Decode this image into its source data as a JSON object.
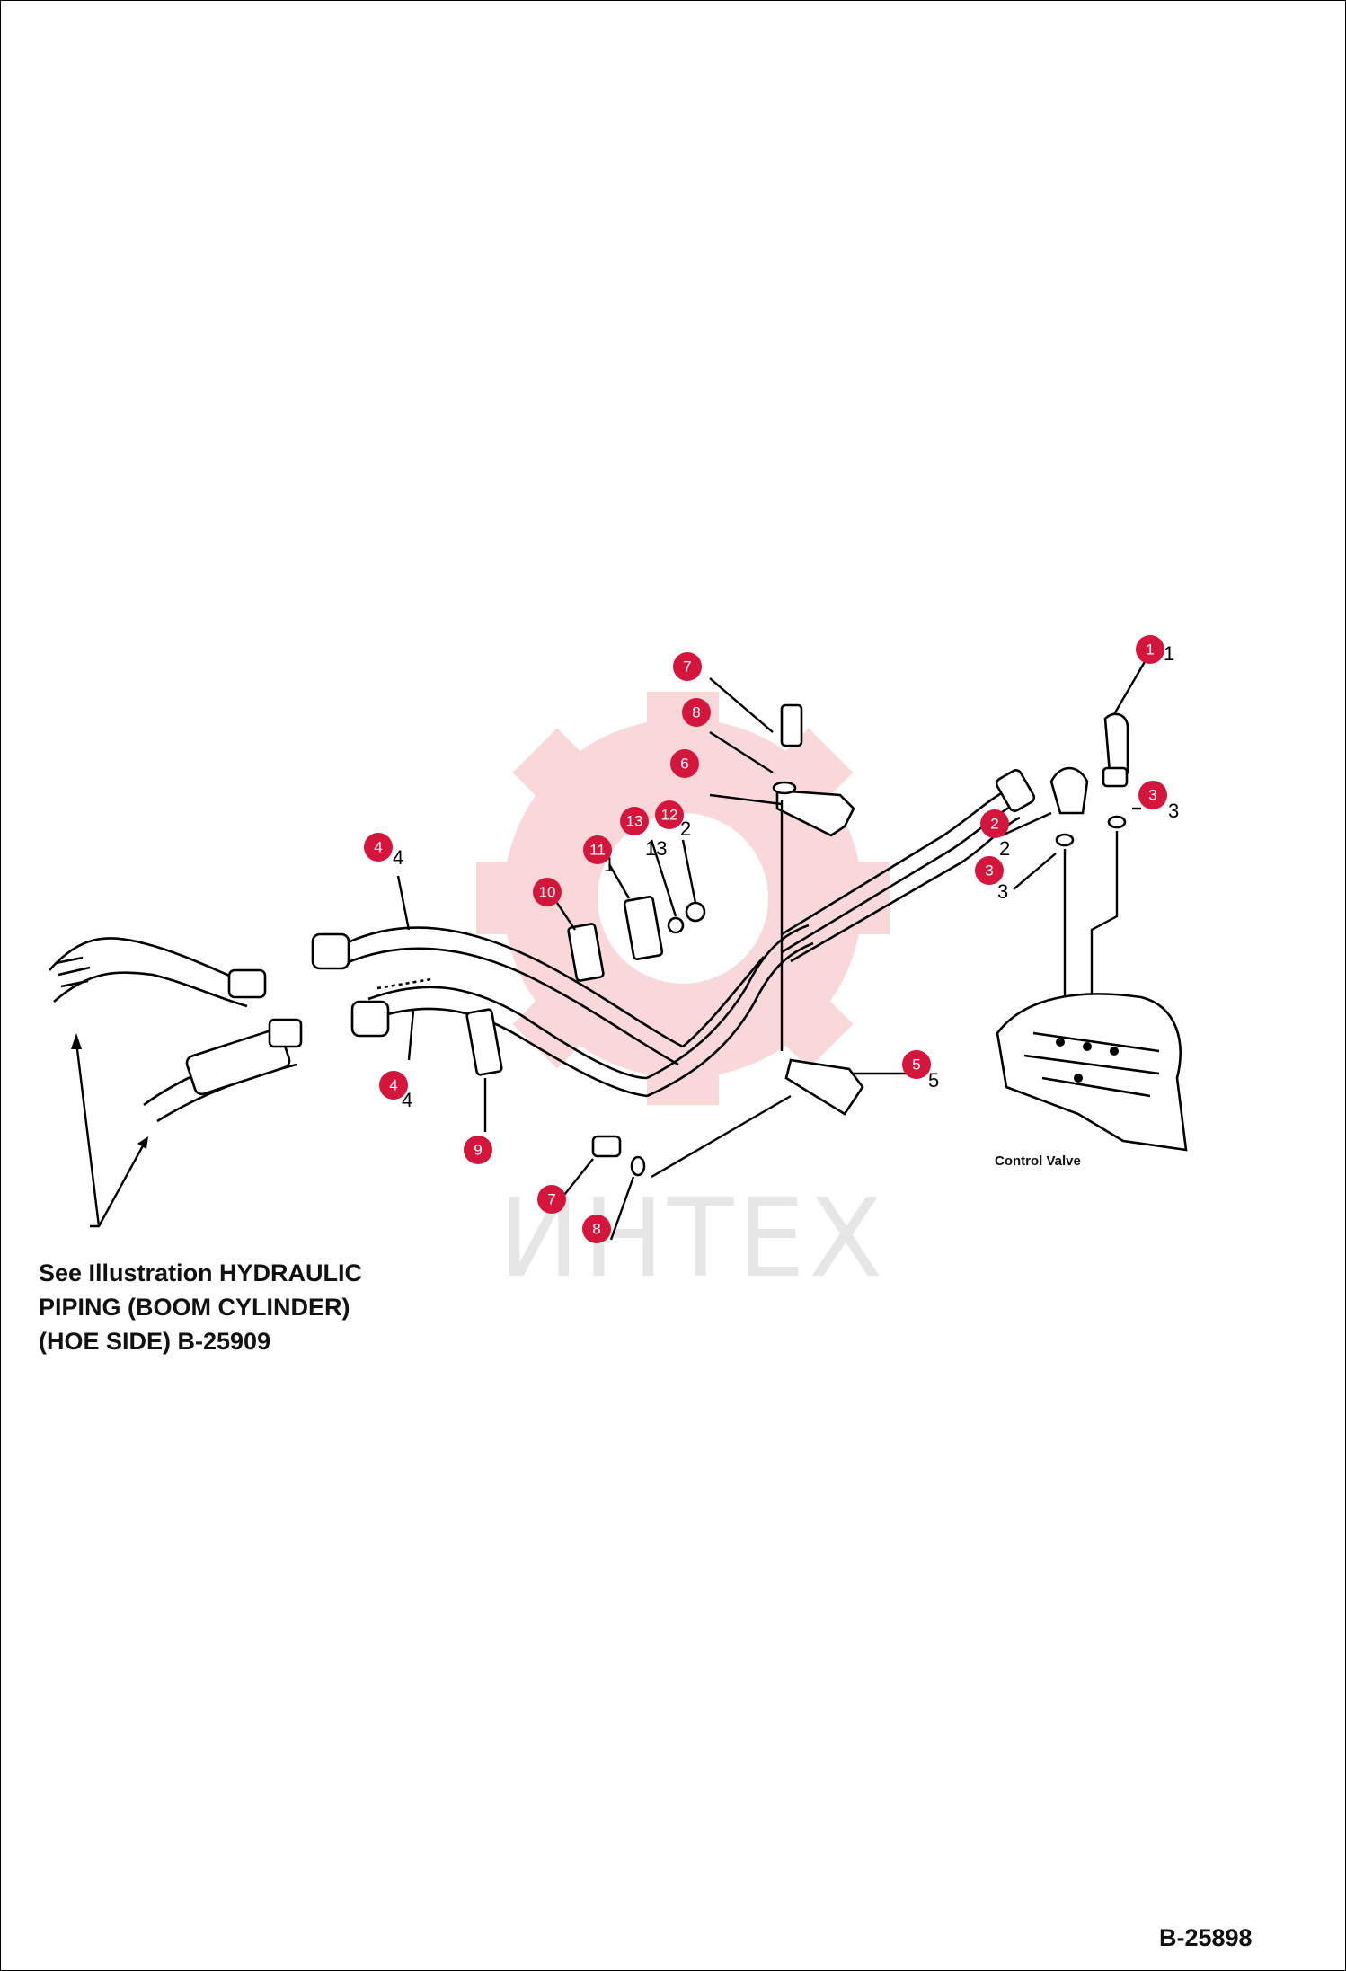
{
  "note": {
    "text": "See Illustration HYDRAULIC\nPIPING (BOOM CYLINDER)\n(HOE SIDE) B-25909"
  },
  "drawing_number": "B-25898",
  "labels": {
    "control_valve": "Control Valve"
  },
  "watermark": {
    "text": "ИНТЕХ",
    "gear_color": "#f6cccc",
    "text_color": "#e6e6e6"
  },
  "callout_color": "#d4163c",
  "callouts": [
    "1",
    "2",
    "3",
    "3",
    "4",
    "4",
    "5",
    "6",
    "7",
    "7",
    "8",
    "8",
    "9",
    "10",
    "11",
    "12",
    "13"
  ]
}
